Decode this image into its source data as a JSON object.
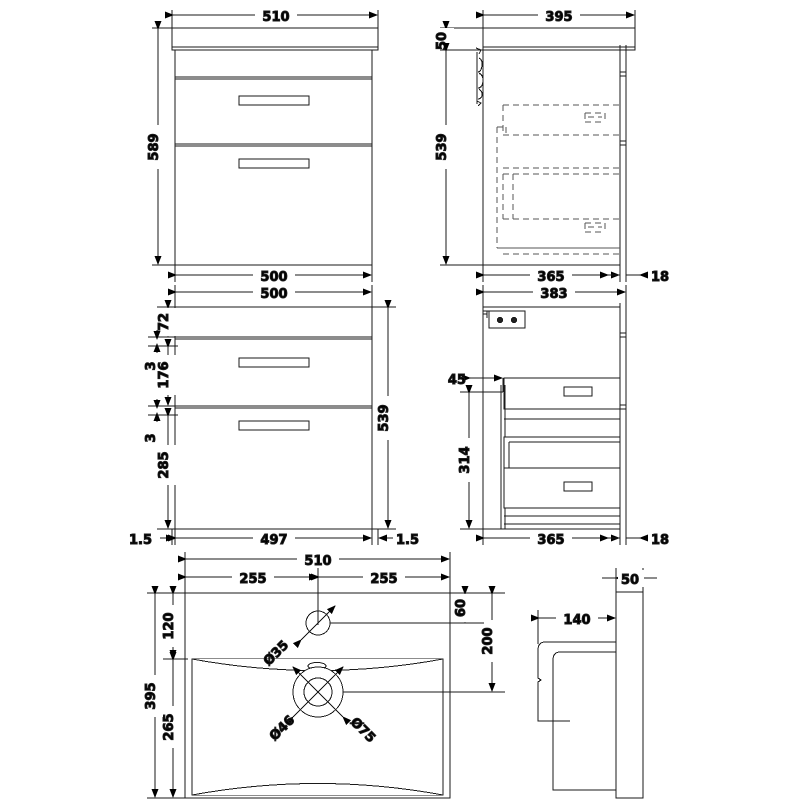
{
  "drawing": {
    "title": "Bathroom Vanity Unit & Basin Technical Drawing",
    "units": "mm",
    "line_color": "#1a1a1a",
    "dim_color": "#000000",
    "background": "#ffffff"
  },
  "views": {
    "front_elevation_with_top": {
      "name": "front-elevation-with-worktop",
      "dims": {
        "width_top": "510",
        "height_overall": "589",
        "width_cabinet": "500"
      }
    },
    "side_elevation_closed": {
      "name": "side-elevation-closed",
      "dims": {
        "depth_top": "395",
        "top_thickness": "50",
        "height_cabinet": "539",
        "depth_cabinet": "365",
        "panel_thickness": "18"
      }
    },
    "front_elevation_cabinet": {
      "name": "front-elevation-cabinet-detail",
      "dims": {
        "width_cabinet": "500",
        "top_rail": "72",
        "gap_upper": "3",
        "drawer_upper": "176",
        "gap_lower": "3",
        "drawer_lower": "285",
        "height_cabinet": "539",
        "side_offset_left": "1.5",
        "inner_width": "497",
        "side_offset_right": "1.5"
      }
    },
    "side_elevation_open": {
      "name": "side-elevation-drawers-open",
      "dims": {
        "depth_overall": "383",
        "top_setback": "45",
        "drawer_zone": "314",
        "depth_cabinet": "365",
        "panel_thickness": "18"
      }
    },
    "basin_plan": {
      "name": "basin-plan-view",
      "dims": {
        "width_total": "510",
        "half_left": "255",
        "half_right": "255",
        "front_band": "120",
        "bowl_depth": "265",
        "depth_total": "395",
        "tap_hole_offset": "60",
        "waste_offset": "200",
        "tap_hole_dia": "Ø35",
        "waste_inner_dia": "Ø46",
        "waste_outer_dia": "Ø75"
      }
    },
    "basin_side": {
      "name": "basin-side-profile",
      "dims": {
        "rim_thickness": "50",
        "profile_depth": "140"
      }
    }
  }
}
